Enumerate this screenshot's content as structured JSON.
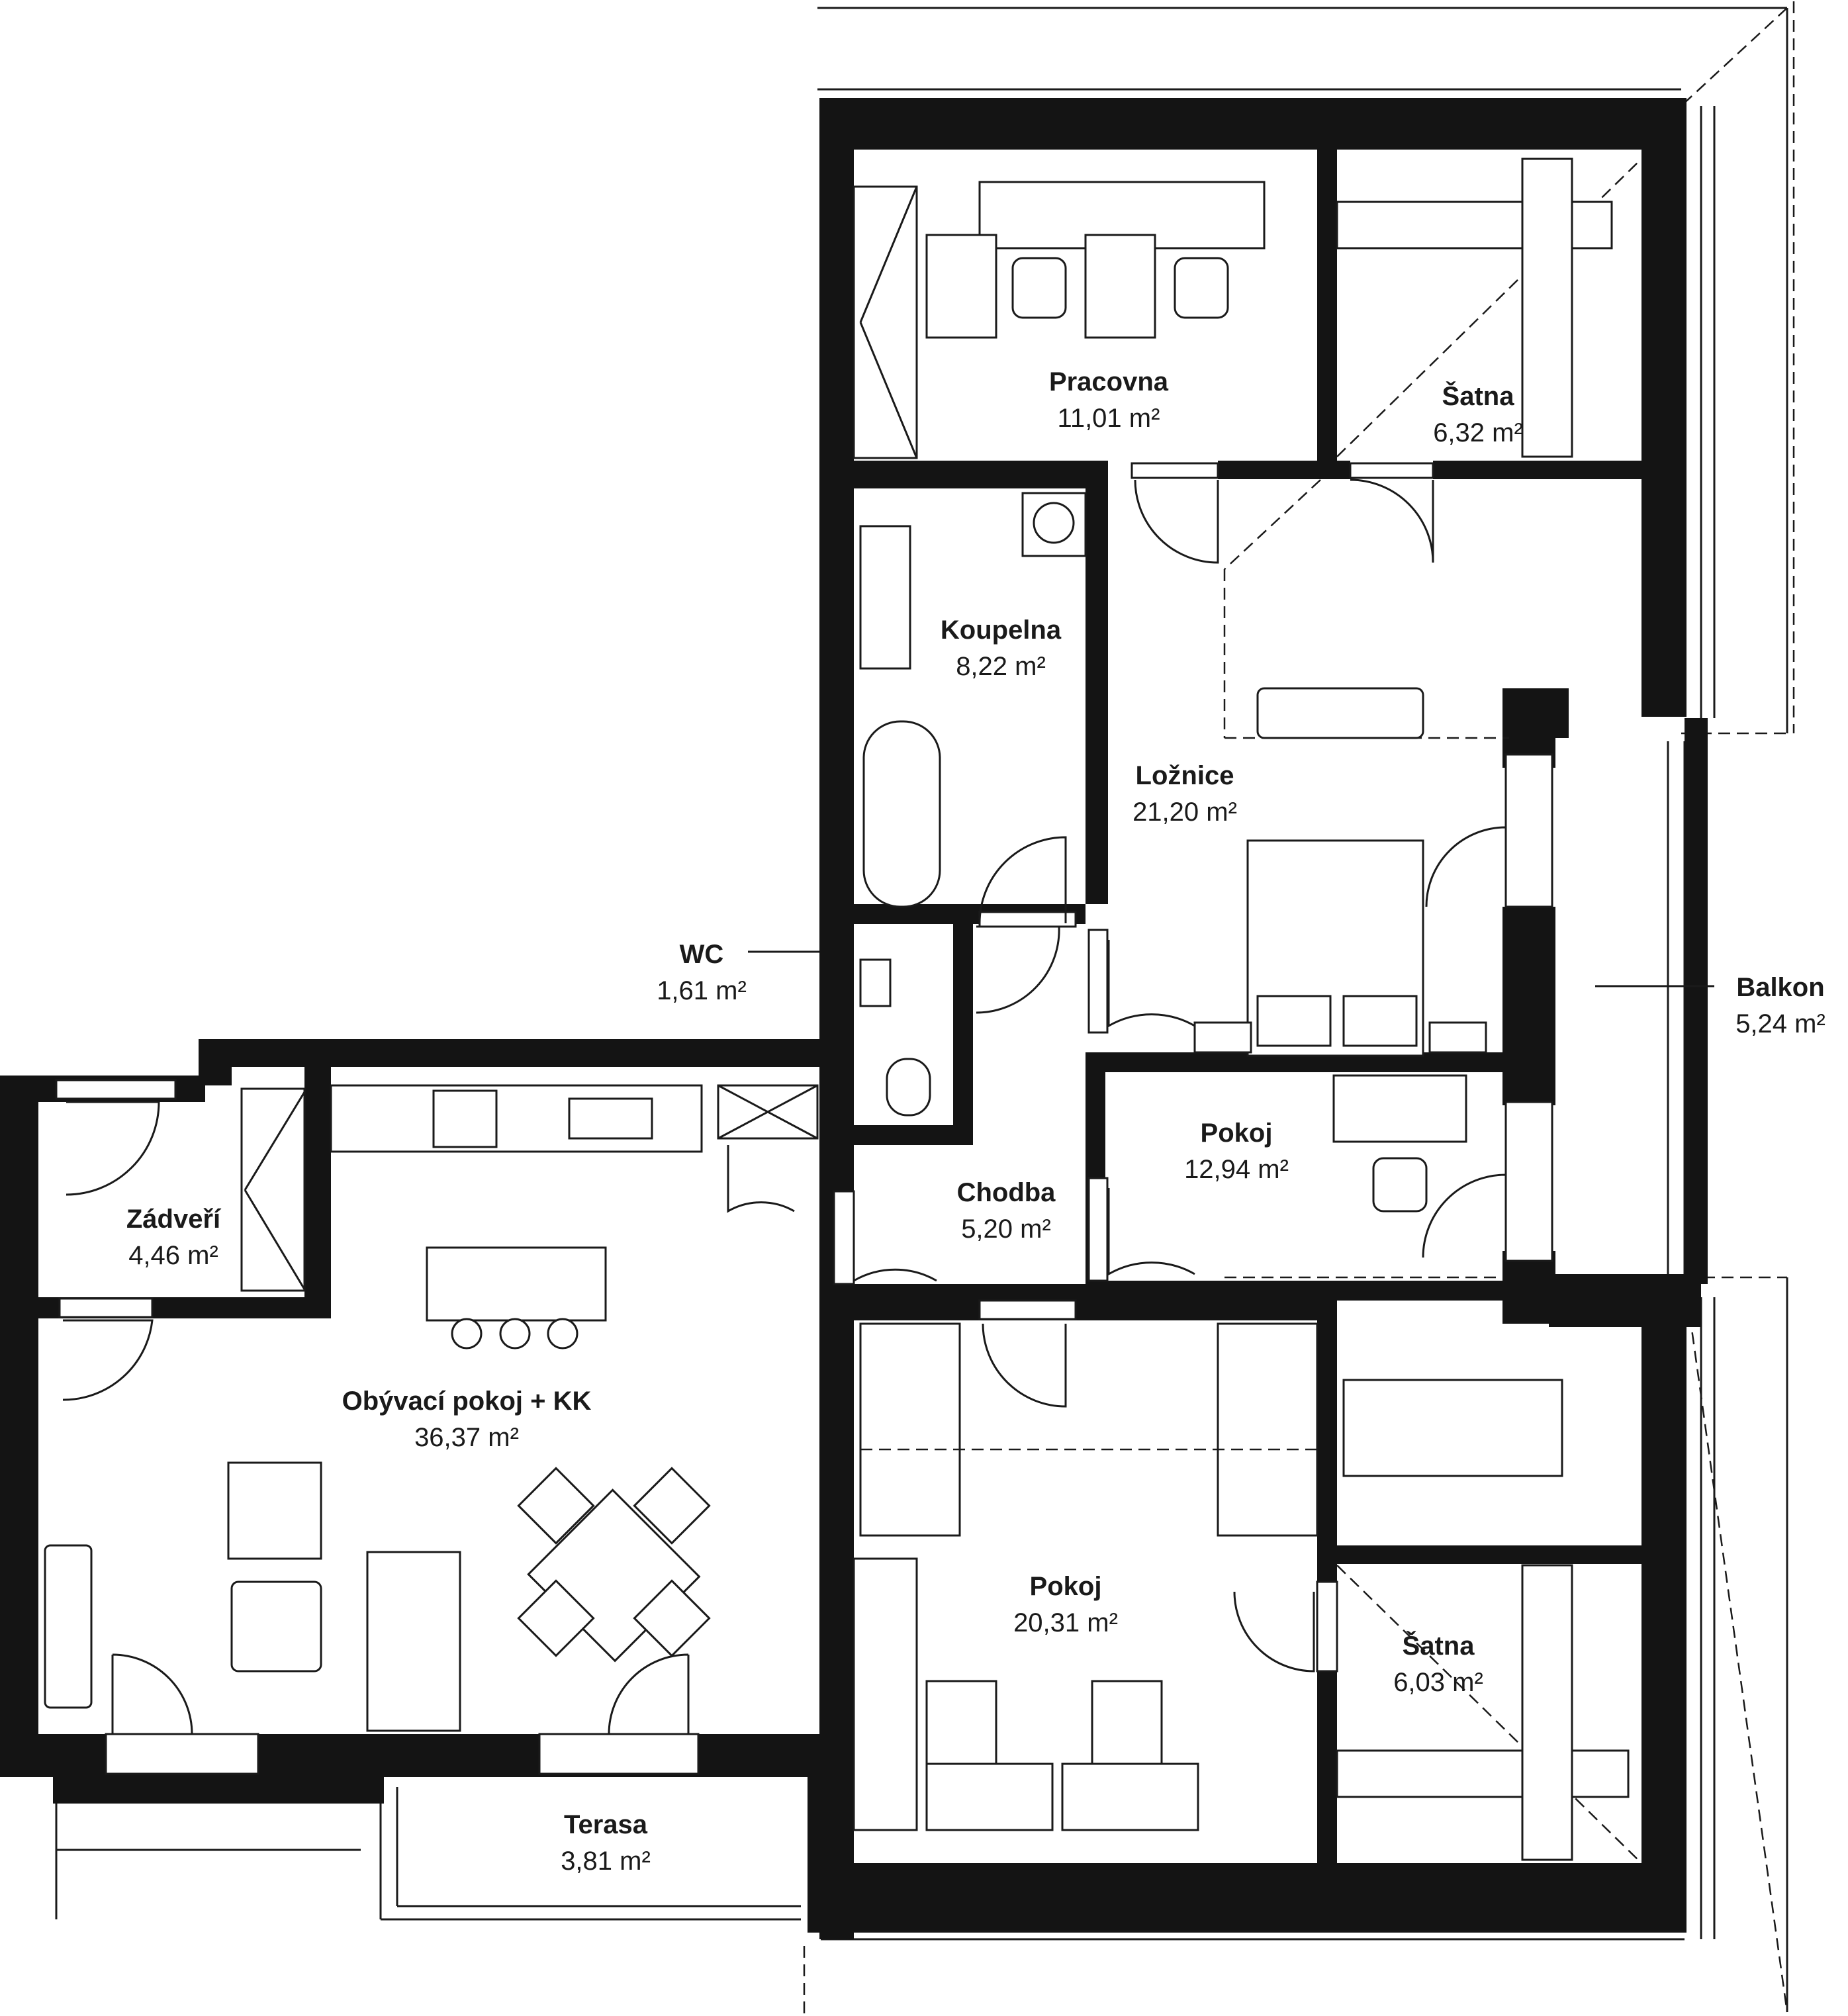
{
  "rooms": [
    {
      "name": "Pracovna",
      "area": "11,01 m²"
    },
    {
      "name": "Šatna",
      "area": "6,32 m²"
    },
    {
      "name": "Koupelna",
      "area": "8,22 m²"
    },
    {
      "name": "Ložnice",
      "area": "21,20 m²"
    },
    {
      "name": "WC",
      "area": "1,61 m²"
    },
    {
      "name": "Balkon",
      "area": "5,24 m²"
    },
    {
      "name": "Pokoj",
      "area": "12,94 m²"
    },
    {
      "name": "Zádveří",
      "area": "4,46 m²"
    },
    {
      "name": "Chodba",
      "area": "5,20 m²"
    },
    {
      "name": "Obývací pokoj + KK",
      "area": "36,37 m²"
    },
    {
      "name": "Pokoj",
      "area": "20,31 m²"
    },
    {
      "name": "Šatna",
      "area": "6,03 m²"
    },
    {
      "name": "Terasa",
      "area": "3,81 m²"
    }
  ],
  "colors": {
    "wall": "#141414",
    "line": "#1a1a1a",
    "background": "#ffffff"
  }
}
